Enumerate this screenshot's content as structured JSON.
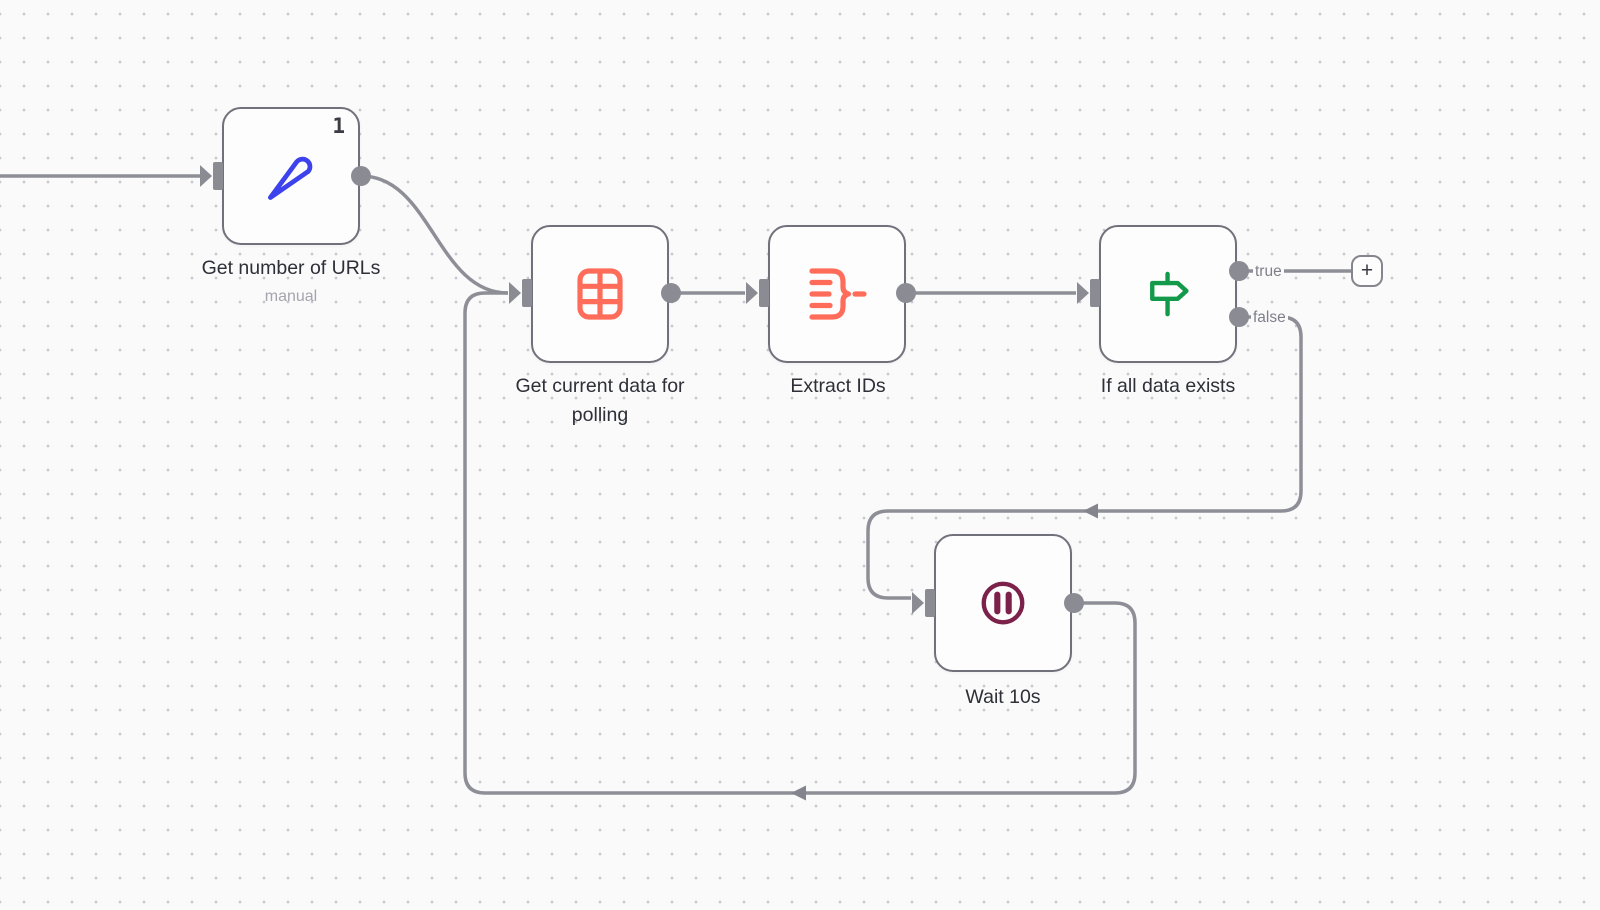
{
  "canvas": {
    "type": "workflow-editor",
    "background": "#fafafb",
    "dot_color": "#c7c7ce"
  },
  "nodes": [
    {
      "title": "Get number of URLs",
      "subtitle": "manual",
      "items_count": "1",
      "icon": "pencil-icon",
      "icon_color": "#3c42ec"
    },
    {
      "title": "Get current data for polling",
      "icon": "table-icon",
      "icon_color": "#ff6d5a"
    },
    {
      "title": "Extract IDs",
      "icon": "aggregate-icon",
      "icon_color": "#ff6d5a"
    },
    {
      "title": "If all data exists",
      "icon": "signpost-icon",
      "icon_color": "#12994a",
      "outputs": [
        {
          "label": "true"
        },
        {
          "label": "false"
        }
      ]
    },
    {
      "title": "Wait 10s",
      "icon": "pause-icon",
      "icon_color": "#7c2149"
    }
  ],
  "add_node_button": {
    "label": "+"
  },
  "colors": {
    "wire": "#8e8e97",
    "arrow": "#84848e",
    "port": "#8b8b94",
    "node_border": "#71717b",
    "node_bg": "#fdfdfe",
    "title_text": "#2e2f37",
    "muted_text": "#a5a5ad",
    "port_label_text": "#7f7f89"
  }
}
